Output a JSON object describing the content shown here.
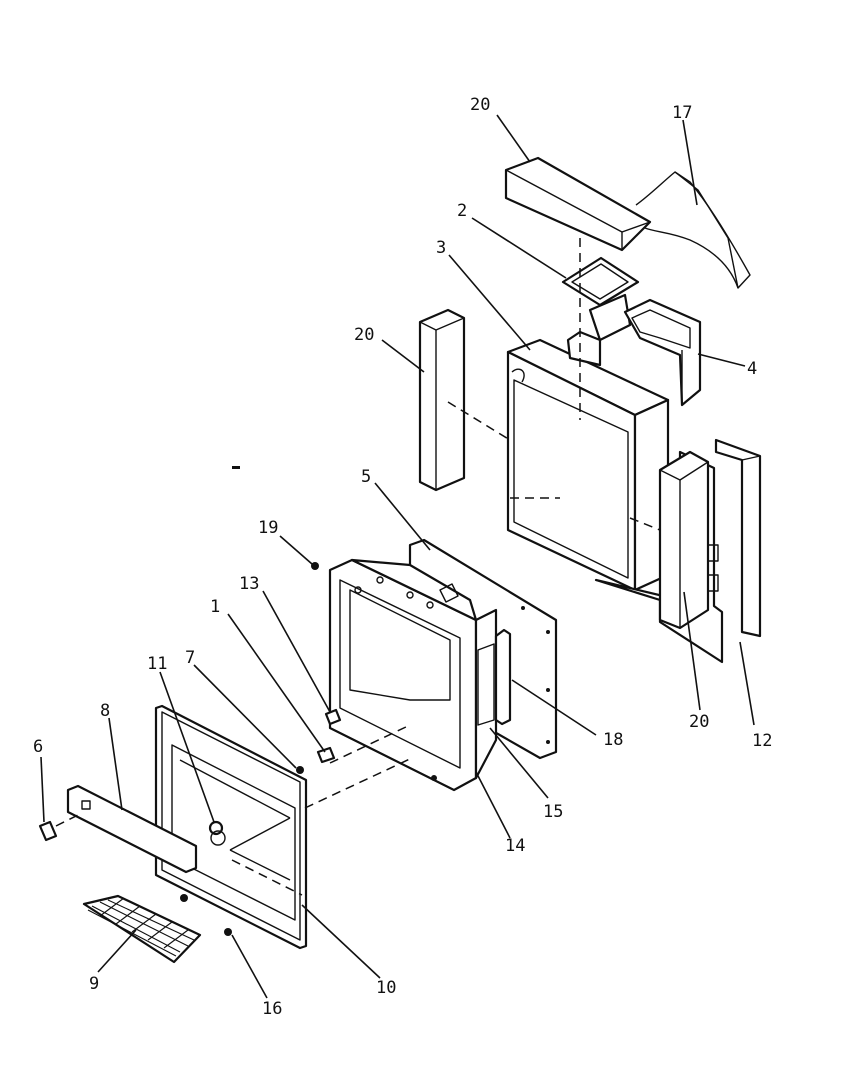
{
  "callouts": [
    {
      "id": "c20a",
      "label": "20"
    },
    {
      "id": "c17",
      "label": "17"
    },
    {
      "id": "c2",
      "label": "2"
    },
    {
      "id": "c3",
      "label": "3"
    },
    {
      "id": "c20b",
      "label": "20"
    },
    {
      "id": "c4",
      "label": "4"
    },
    {
      "id": "c5",
      "label": "5"
    },
    {
      "id": "c19",
      "label": "19"
    },
    {
      "id": "c13",
      "label": "13"
    },
    {
      "id": "c1",
      "label": "1"
    },
    {
      "id": "c11",
      "label": "11"
    },
    {
      "id": "c7",
      "label": "7"
    },
    {
      "id": "c8",
      "label": "8"
    },
    {
      "id": "c6",
      "label": "6"
    },
    {
      "id": "c18",
      "label": "18"
    },
    {
      "id": "c20c",
      "label": "20"
    },
    {
      "id": "c12",
      "label": "12"
    },
    {
      "id": "c15",
      "label": "15"
    },
    {
      "id": "c14",
      "label": "14"
    },
    {
      "id": "c9",
      "label": "9"
    },
    {
      "id": "c10",
      "label": "10"
    },
    {
      "id": "c16",
      "label": "16"
    }
  ]
}
